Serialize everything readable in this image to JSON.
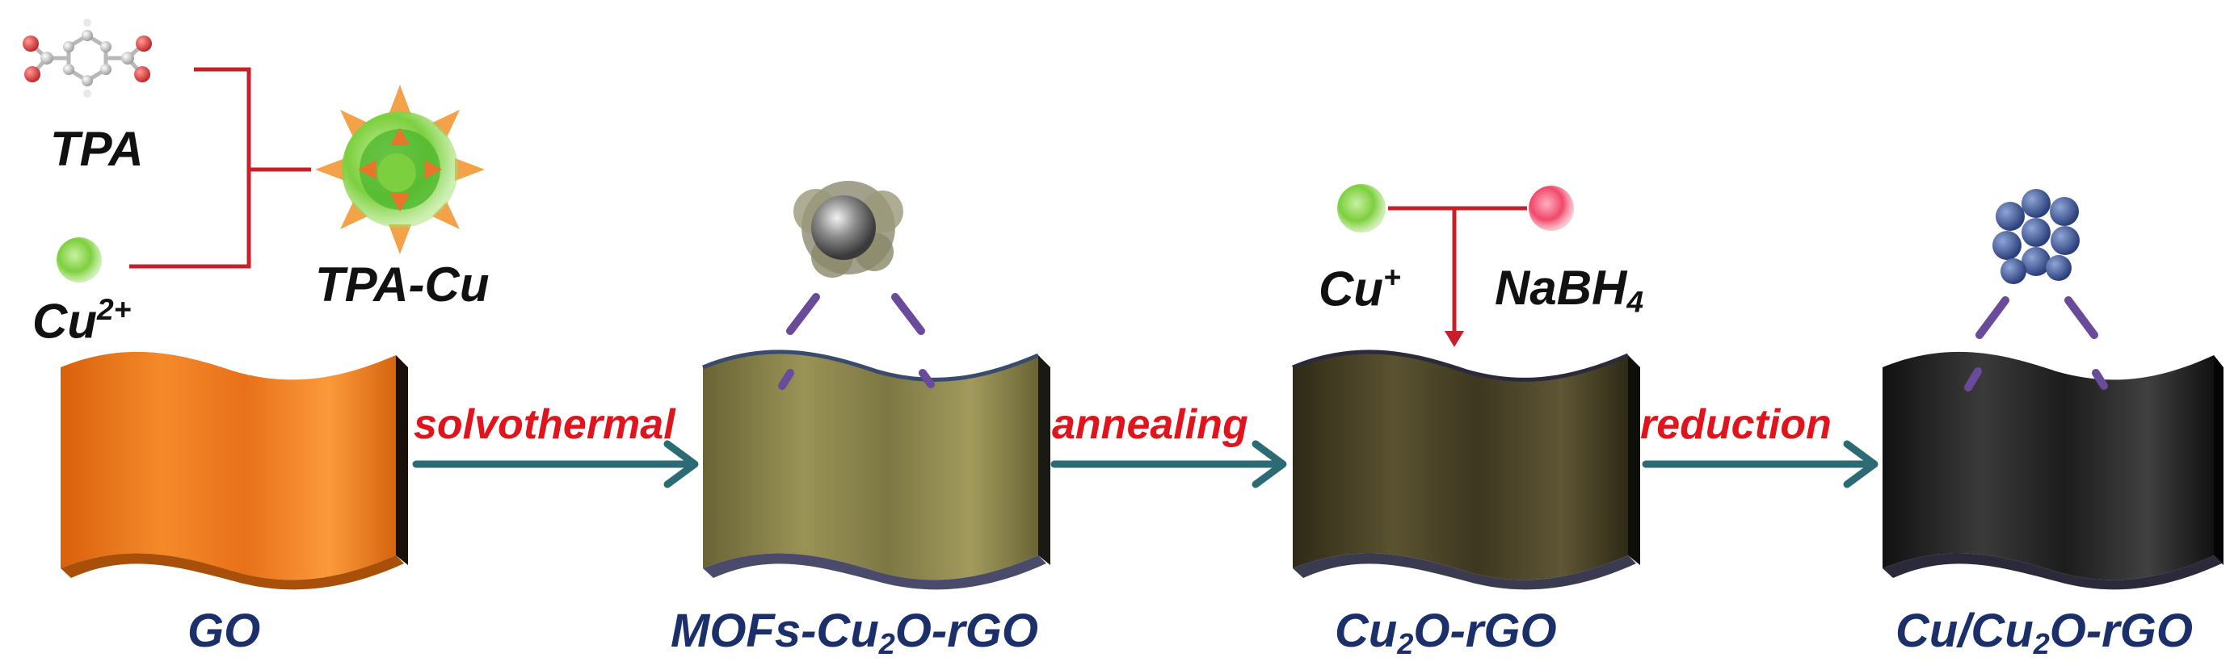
{
  "reagents": {
    "tpa": "TPA",
    "cu2": {
      "base": "Cu",
      "sup": "2+"
    },
    "tpa_cu": "TPA-Cu",
    "cu_plus": {
      "base": "Cu",
      "sup": "+"
    },
    "nabh4": {
      "base": "NaBH",
      "sub": "4"
    }
  },
  "steps": {
    "solvothermal": "solvothermal",
    "annealing": "annealing",
    "reduction": "reduction"
  },
  "products": {
    "go": "GO",
    "mofs": {
      "a": "MOFs-Cu",
      "sub": "2",
      "b": "O-rGO"
    },
    "cu2o": {
      "a": "Cu",
      "sub": "2",
      "b": "O-rGO"
    },
    "cucu2o": {
      "a": "Cu/Cu",
      "sub": "2",
      "b": "O-rGO"
    }
  },
  "colors": {
    "go_sheet": "#f07a1a",
    "mofs_sheet": "#8a8447",
    "cu2o_sheet": "#4a4328",
    "cucu2o_sheet": "#222222",
    "arrow": "#2c6b74",
    "connector": "#c8202a",
    "step_text": "#e0141c",
    "product_text": "#1b2f6b",
    "cu_ion": "#7ccf3e",
    "nabh4_dot": "#f0486a",
    "linker": "#6a4a9a"
  }
}
